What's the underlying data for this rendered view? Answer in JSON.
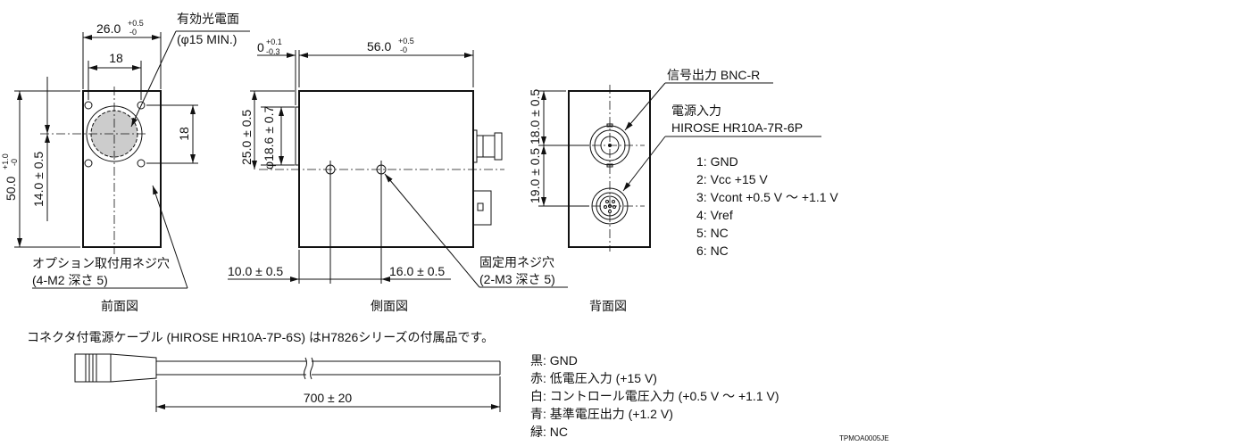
{
  "front_view": {
    "width_dim": "26.0",
    "width_tol_plus": "+0.5",
    "width_tol_minus": "-0",
    "hole_pitch_h": "18",
    "hole_pitch_v": "18",
    "height_dim": "50.0",
    "height_tol_plus": "+1.0",
    "height_tol_minus": "-0",
    "center_offset": "14.0 ± 0.5",
    "photocathode_label": "有効光電面",
    "photocathode_size": "(φ15 MIN.)",
    "mount_hole_label": "オプション取付用ネジ穴",
    "mount_hole_spec": "(4-M2 深さ 5)",
    "caption": "前面図"
  },
  "side_view": {
    "offset_dim": "0",
    "offset_tol_plus": "+0.1",
    "offset_tol_minus": "-0.3",
    "length_dim": "56.0",
    "length_tol_plus": "+0.5",
    "length_tol_minus": "-0",
    "center_height": "25.0 ± 0.5",
    "window_dia": "φ18.6 ± 0.7",
    "hole1_pos": "10.0 ± 0.5",
    "hole2_pos": "16.0 ± 0.5",
    "fix_hole_label": "固定用ネジ穴",
    "fix_hole_spec": "(2-M3 深さ 5)",
    "caption": "側面図"
  },
  "rear_view": {
    "bnc_pos": "18.0 ± 0.5",
    "power_pos": "19.0 ± 0.5",
    "signal_label": "信号出力 BNC-R",
    "power_label": "電源入力",
    "power_connector": "HIROSE HR10A-7R-6P",
    "pins": [
      "1: GND",
      "2: Vcc  +15 V",
      "3: Vcont  +0.5 V ～ +1.1 V",
      "4: Vref",
      "5: NC",
      "6: NC"
    ],
    "caption": "背面図"
  },
  "cable": {
    "note": "コネクタ付電源ケーブル (HIROSE HR10A-7P-6S) はH7826シリーズの付属品です。",
    "length": "700 ± 20",
    "wires": [
      "黒: GND",
      "赤: 低電圧入力 (+15 V)",
      "白: コントロール電圧入力 (+0.5 V ～ +1.1 V)",
      "青: 基準電圧出力 (+1.2 V)",
      "緑: NC"
    ]
  },
  "drawing_id": "TPMOA0005JE"
}
